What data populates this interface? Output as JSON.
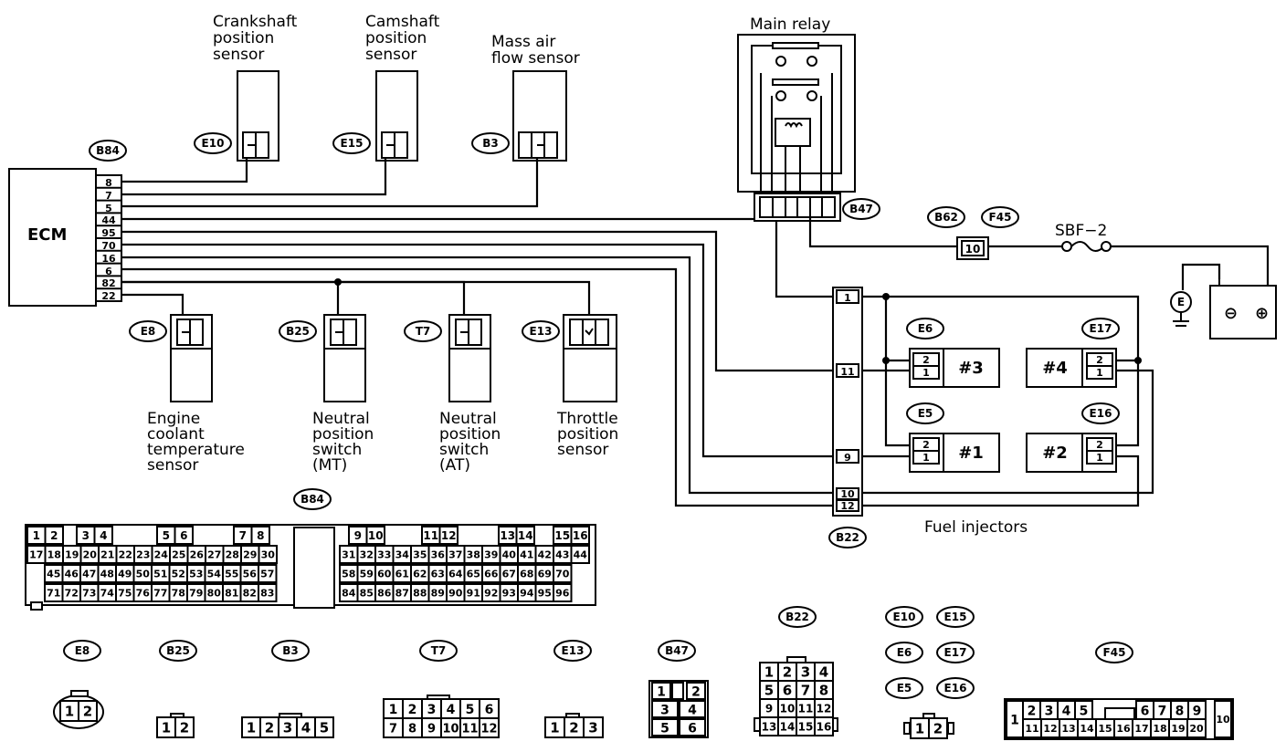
{
  "labels": {
    "crankshaft": [
      "Crankshaft",
      "position",
      "sensor"
    ],
    "camshaft": [
      "Camshaft",
      "position",
      "sensor"
    ],
    "mass_air": [
      "Mass air",
      "flow sensor"
    ],
    "main_relay": "Main relay",
    "ecm": "ECM",
    "sbf": "SBF−2",
    "coolant": [
      "Engine",
      "coolant",
      "temperature",
      "sensor"
    ],
    "neutral_mt": [
      "Neutral",
      "position",
      "switch",
      "(MT)"
    ],
    "neutral_at": [
      "Neutral",
      "position",
      "switch",
      "(AT)"
    ],
    "throttle": [
      "Throttle",
      "position",
      "sensor"
    ],
    "fuel_injectors": "Fuel injectors",
    "battery_minus": "⊖",
    "battery_plus": "⊕",
    "ground": "E"
  },
  "ecm_pins": [
    "8",
    "7",
    "5",
    "44",
    "95",
    "70",
    "16",
    "6",
    "82",
    "22"
  ],
  "tags": {
    "b84_top": "B84",
    "e10": "E10",
    "e15": "E15",
    "b3": "B3",
    "b47": "B47",
    "b62": "B62",
    "f45": "F45",
    "fuse": "10",
    "e8": "E8",
    "b25": "B25",
    "t7": "T7",
    "e13": "E13",
    "e6": "E6",
    "e17": "E17",
    "e5": "E5",
    "e16": "E16",
    "b22": "B22",
    "b84_conn": "B84"
  },
  "b22_pins": [
    "1",
    "11",
    "9",
    "10",
    "12"
  ],
  "injectors": {
    "n3": "#3",
    "n4": "#4",
    "n1": "#1",
    "n2": "#2"
  },
  "inj_pins": {
    "top": "2",
    "bottom": "1"
  },
  "b84_connector": {
    "row1": [
      [
        "1",
        "2"
      ],
      [
        "3",
        "4"
      ],
      [
        "5",
        "6"
      ],
      [
        "7",
        "8"
      ],
      [
        "9",
        "10"
      ],
      [
        "11",
        "12"
      ],
      [
        "13",
        "14"
      ],
      [
        "15",
        "16"
      ]
    ],
    "row2a": [
      "17",
      "18",
      "19",
      "20",
      "21",
      "22",
      "23",
      "24",
      "25",
      "26",
      "27",
      "28",
      "29",
      "30"
    ],
    "row2b": [
      "31",
      "32",
      "33",
      "34",
      "35",
      "36",
      "37",
      "38",
      "39",
      "40",
      "41",
      "42",
      "43",
      "44"
    ],
    "row3a": [
      "45",
      "46",
      "47",
      "48",
      "49",
      "50",
      "51",
      "52",
      "53",
      "54",
      "55",
      "56",
      "57"
    ],
    "row3b": [
      "58",
      "59",
      "60",
      "61",
      "62",
      "63",
      "64",
      "65",
      "66",
      "67",
      "68",
      "69",
      "70"
    ],
    "row4a": [
      "71",
      "72",
      "73",
      "74",
      "75",
      "76",
      "77",
      "78",
      "79",
      "80",
      "81",
      "82",
      "83"
    ],
    "row4b": [
      "84",
      "85",
      "86",
      "87",
      "88",
      "89",
      "90",
      "91",
      "92",
      "93",
      "94",
      "95",
      "96"
    ]
  },
  "bottom_tags": {
    "e8": "E8",
    "b25": "B25",
    "b3": "B3",
    "t7": "T7",
    "e13": "E13",
    "b47": "B47",
    "b22": "B22",
    "e10": "E10",
    "e15": "E15",
    "e6": "E6",
    "e17": "E17",
    "e5": "E5",
    "e16": "E16",
    "f45": "F45"
  },
  "bottom_connectors": {
    "e8": [
      "1",
      "2"
    ],
    "b25": [
      "1",
      "2"
    ],
    "b3": [
      "1",
      "2",
      "3",
      "4",
      "5"
    ],
    "t7": [
      [
        "1",
        "2",
        "3",
        "4",
        "5",
        "6"
      ],
      [
        "7",
        "8",
        "9",
        "10",
        "11",
        "12"
      ]
    ],
    "e13": [
      "1",
      "2",
      "3"
    ],
    "b47": [
      [
        "1",
        "2"
      ],
      [
        "3",
        "4"
      ],
      [
        "5",
        "6"
      ]
    ],
    "b22": [
      [
        "1",
        "2",
        "3",
        "4"
      ],
      [
        "5",
        "6",
        "7",
        "8"
      ],
      [
        "9",
        "10",
        "11",
        "12"
      ],
      [
        "13",
        "14",
        "15",
        "16"
      ]
    ],
    "e_small": [
      "1",
      "2"
    ],
    "f45": {
      "left": "1",
      "top": [
        "2",
        "3",
        "4",
        "5",
        "6",
        "7",
        "8",
        "9"
      ],
      "bottom": [
        "11",
        "12",
        "13",
        "14",
        "15",
        "16",
        "17",
        "18",
        "19",
        "20"
      ],
      "right": "10"
    }
  }
}
